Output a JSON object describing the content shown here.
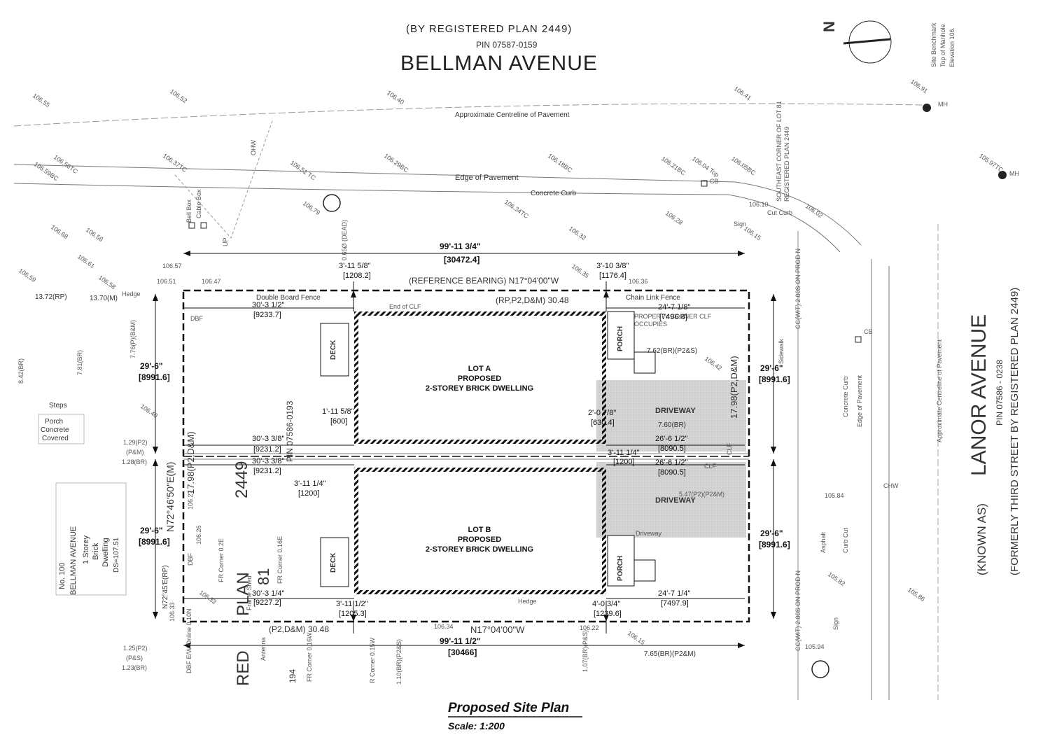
{
  "header": {
    "registered_plan": "(BY REGISTERED PLAN 2449)",
    "pin": "PIN 07587-0159",
    "street_north": "BELLMAN AVENUE"
  },
  "east_street": {
    "known_as": "(KNOWN AS)",
    "name": "LANOR AVENUE",
    "pin": "PIN 07586 - 0238",
    "formerly": "(FORMERLY THIRD STREET BY REGISTERED PLAN 2449)"
  },
  "benchmark": {
    "note_1": "Site Benchmark",
    "note_2": "Top of Manhole",
    "note_3": "Elevation 106."
  },
  "north_arrow": {
    "label": "N"
  },
  "street_features": {
    "centreline_north": "Approximate Centreline of Pavement",
    "edge_of_pavement": "Edge of Pavement",
    "concrete_curb": "Concrete Curb",
    "centreline_east": "Approximate Centreline of Pavement",
    "concrete_curb_east": "Concrete Curb",
    "edge_of_pavement_east": "Edge of Pavement",
    "sidewalk": "Sidewalk",
    "asphalt": "Asphalt",
    "curb_cut": "Curb Cut",
    "se_corner": "SOUTHEAST CORNER OF LOT 81 REGISTERED PLAN 2449",
    "bell_box": "Bell Box",
    "cable_box": "Cable Box",
    "ohw": "OHW",
    "chw": "CHW",
    "cb": "CB",
    "mh": "MH",
    "sign": "Sign",
    "dead_tree": "0.65Ø (DEAD)",
    "cut_curb": "Cut Curb",
    "up": "UP"
  },
  "boundaries": {
    "north_length": "99'-11 3/4\"",
    "north_metric": "[30472.4]",
    "north_bearing": "(REFERENCE BEARING) N17°04'00\"W",
    "north_rp": "(RP,P2,D&M) 30.48",
    "south_length": "99'-11 1/2\"",
    "south_metric": "[30466]",
    "south_bearing": "N17°04'00\"W",
    "south_p2": "(P2,D&M) 30.48",
    "west_bearing": "N72°46'50\"E(M)",
    "west_bearing_2": "N72°45'E(RP)",
    "west_dist": "17.98(P2,D&M)",
    "east_dist": "17.98(P2,D&M)",
    "plan_label": "PLAN",
    "plan_number": "2449",
    "pin_mid": "PIN 07586-0193",
    "red": "RED",
    "lot_81": "81",
    "lot_194": "194"
  },
  "dimensions": {
    "setback_n_front": "3'-11 5/8\"",
    "setback_n_front_m": "[1208.2]",
    "setback_n_rear": "3'-10 3/8\"",
    "setback_n_rear_m": "[1176.4]",
    "side_a_top": "30'-3 1/2\"",
    "side_a_top_m": "[9233.7]",
    "rear_a_top": "24'-7 1/8\"",
    "rear_a_top_m": "[7496.8]",
    "lot_w_west_top": "29'-6\"",
    "lot_w_west_top_m": "[8991.6]",
    "lot_w_east_top": "29'-6\"",
    "lot_w_east_top_m": "[8991.6]",
    "deck_gap_a": "1'-11 5/8\"",
    "deck_gap_a_m": "[600]",
    "porch_gap_a": "2'-0 7/8\"",
    "porch_gap_a_m": "[630.4]",
    "mid_side_1": "30'-3 3/8\"",
    "mid_side_1_m": "[9231.2]",
    "mid_side_2": "30'-3 3/8\"",
    "mid_side_2_m": "[9231.2]",
    "mid_gap": "3'-11 1/4\"",
    "mid_gap_m": "[1200]",
    "mid_gap_2": "3'-11 1/4\"",
    "mid_gap_2_m": "[1200]",
    "rear_mid_1": "26'-6 1/2\"",
    "rear_mid_1_m": "[8090.5]",
    "rear_mid_2": "26'-6 1/2\"",
    "rear_mid_2_m": "[8090.5]",
    "lot_w_west_bot": "29'-6\"",
    "lot_w_west_bot_m": "[8991.6]",
    "lot_w_east_bot": "29'-6\"",
    "lot_w_east_bot_m": "[8991.6]",
    "side_b_bot": "30'-3 1/4\"",
    "side_b_bot_m": "[9227.2]",
    "rear_b_bot": "24'-7 1/4\"",
    "rear_b_bot_m": "[7497.9]",
    "setback_s_front": "3'-11 1/2\"",
    "setback_s_front_m": "[1205.3]",
    "setback_s_rear": "4'-0 3/4\"",
    "setback_s_rear_m": "[1239.6]",
    "br_top": "7.62(BR)(P2&S)",
    "br_drive": "7.60(BR)",
    "br_bot": "7.65(BR)(P2&M)",
    "p2_dm_mid": "5.47(P2)(P2&M)"
  },
  "fences": {
    "double_board": "Double Board Fence",
    "chain_link": "Chain Link Fence",
    "end_clf": "End of CLF",
    "property_corner": "PROPERTY CORNER CLF OCCUPIES",
    "dbf": "DBF",
    "clf": "CLF",
    "hedge": "Hedge",
    "hedge_s": "Hedge"
  },
  "lots": {
    "a_line1": "LOT A",
    "a_line2": "PROPOSED",
    "a_line3": "2-STOREY BRICK DWELLING",
    "b_line1": "LOT B",
    "b_line2": "PROPOSED",
    "b_line3": "2-STOREY BRICK DWELLING",
    "deck": "DECK",
    "porch": "PORCH",
    "driveway": "DRIVEWAY",
    "driveway_s": "Driveway"
  },
  "neighbour_west": {
    "no": "No. 100",
    "street": "BELLMAN AVENUE",
    "storey": "1 Storey",
    "brick": "Brick",
    "dwelling": "Dwelling",
    "ds": "DS=107.51",
    "steps": "Steps",
    "porch_1": "Porch",
    "porch_2": "Concrete",
    "porch_3": "Covered",
    "rp_1": "13.72(RP)",
    "rp_2": "13.70(M)",
    "br_1": "8.42(BR)",
    "br_2": "7.81(BR)",
    "br_3": "7.76(P)(B&M)",
    "p2_1": "1.29(P2)",
    "p2_2": "(P&M)",
    "p2_3": "1.28(BR)",
    "p2_4": "1.25(P2)",
    "p2_5": "(P&S)",
    "p2_6": "1.23(BR)"
  },
  "south_notes": {
    "fr_corner_1": "FR Corner 0.2E",
    "fr_corner_2": "FR Corner 0.16E",
    "fr_corner_3": "FR Corner 0.16W",
    "frame_shed": "Frame Shed",
    "antenna": "Antenna",
    "dbf_online": "DBF E/W Online 0.10N",
    "br_1": "1.10(BR)(P2&S)",
    "br_2": "1.07(BR)(P&S)",
    "r_corner": "R Corner 0.15W",
    "cc_wit_n": "CC(WIT) 2.00S ON PROD N",
    "cc_wit_s": "CC(WIT) 2.00S ON PROD N"
  },
  "elevations": {
    "e1": "106.55",
    "e2": "106.52",
    "e3": "106.40",
    "e4": "106.41",
    "e5": "106.91",
    "e6": "106.56TC",
    "e7": "106.59BC",
    "e8": "106.37TC",
    "e9": "106.51 TC",
    "e10": "106.29BC",
    "e11": "106.18BC",
    "e12": "106.21BC",
    "e13": "106.04 Top",
    "e14": "106.05BC",
    "e15": "106.34TC",
    "e16": "106.28",
    "e17": "106.10",
    "e18": "106.02",
    "e19": "105.97TC",
    "e20": "106.68",
    "e21": "106.58",
    "e22": "106.61",
    "e23": "106.58",
    "e24": "106.59",
    "e25": "106.57",
    "e26": "106.51",
    "e27": "106.47",
    "e28": "106.79",
    "e29": "106.40",
    "e30": "106.32",
    "e31": "106.35",
    "e32": "106.15",
    "e33": "106.36",
    "e34": "106.42",
    "e35": "105.84",
    "e36": "105.82",
    "e37": "105.86",
    "e38": "105.94",
    "e39": "106.34",
    "e40": "106.22",
    "e41": "106.15",
    "e42": "106.32",
    "e43": "106.27",
    "e44": "106.26",
    "e45": "106.33"
  },
  "title": "Proposed Site Plan",
  "scale": "Scale: 1:200"
}
